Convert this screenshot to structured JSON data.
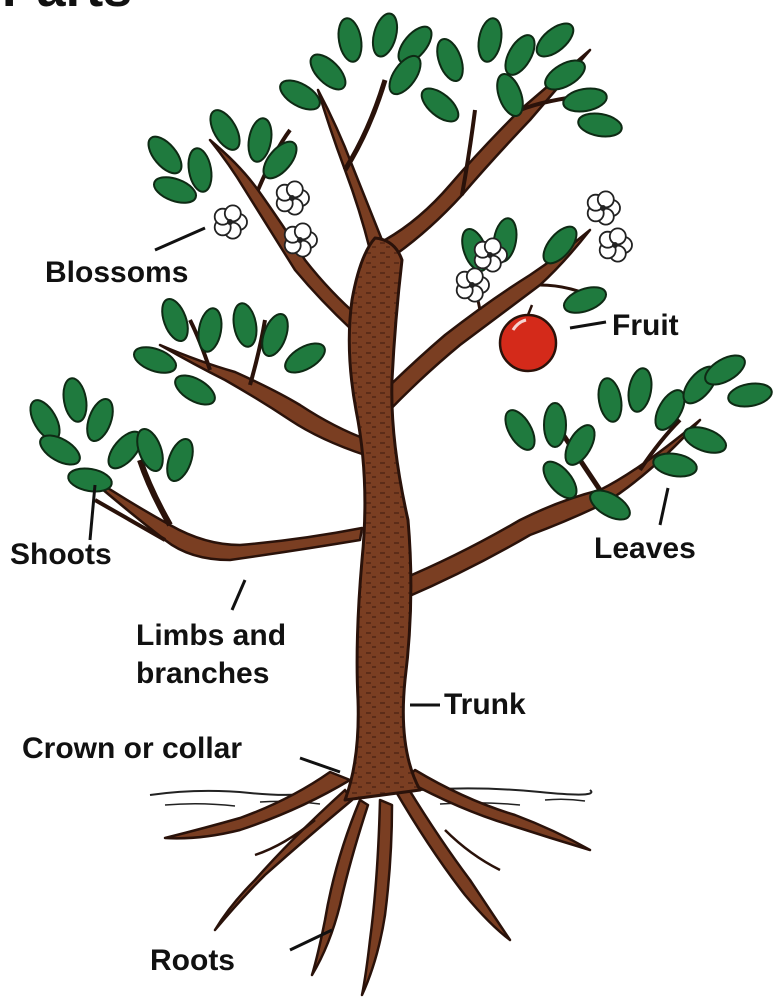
{
  "title_fragment": "Parts",
  "labels": {
    "blossoms": "Blossoms",
    "fruit": "Fruit",
    "shoots": "Shoots",
    "leaves": "Leaves",
    "limbs_line1": "Limbs and",
    "limbs_line2": "branches",
    "trunk": "Trunk",
    "crown": "Crown or collar",
    "roots": "Roots"
  },
  "colors": {
    "bark": "#7a3e22",
    "bark_dark": "#4a2212",
    "leaf": "#1f7a3e",
    "fruit": "#d42a1a",
    "blossom": "#ffffff",
    "ink": "#111111"
  }
}
